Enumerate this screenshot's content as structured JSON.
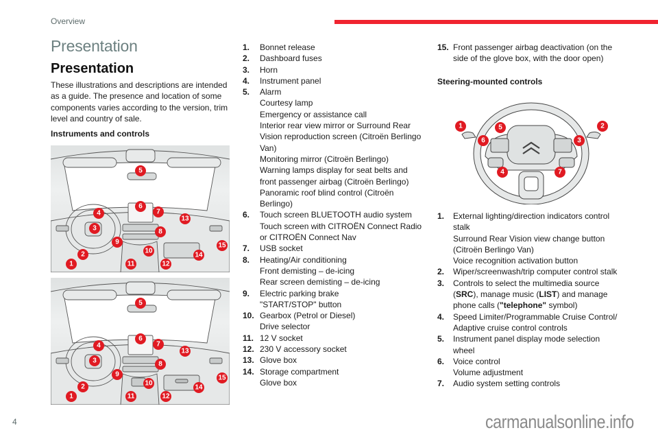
{
  "header": {
    "section": "Overview",
    "accent_color": "#f0232f"
  },
  "footer": {
    "page_number": "4",
    "watermark": "carmanualsonline.info"
  },
  "main": {
    "title_light": "Presentation",
    "title_bold": "Presentation",
    "intro": "These illustrations and descriptions are intended as a guide. The presence and location of some components varies according to the version, trim level and country of sale.",
    "instruments_heading": "Instruments and controls",
    "instruments": [
      {
        "num": "1.",
        "lines": [
          "Bonnet release"
        ]
      },
      {
        "num": "2.",
        "lines": [
          "Dashboard fuses"
        ]
      },
      {
        "num": "3.",
        "lines": [
          "Horn"
        ]
      },
      {
        "num": "4.",
        "lines": [
          "Instrument panel"
        ]
      },
      {
        "num": "5.",
        "lines": [
          "Alarm",
          "Courtesy lamp",
          "Emergency or assistance call",
          "Interior rear view mirror or Surround Rear",
          "Vision reproduction screen (Citroën Berlingo",
          "Van)",
          "Monitoring mirror (Citroën Berlingo)",
          "Warning lamps display for seat belts and",
          "front passenger airbag (Citroën Berlingo)",
          "Panoramic roof blind control (Citroën",
          "Berlingo)"
        ]
      },
      {
        "num": "6.",
        "lines": [
          "Touch screen BLUETOOTH audio system",
          "Touch screen with CITROËN Connect Radio",
          "or CITROËN Connect Nav"
        ]
      },
      {
        "num": "7.",
        "lines": [
          "USB socket"
        ]
      },
      {
        "num": "8.",
        "lines": [
          "Heating/Air conditioning",
          "Front demisting – de-icing",
          "Rear screen demisting – de-icing"
        ]
      },
      {
        "num": "9.",
        "lines": [
          "Electric parking brake",
          "\"START/STOP\" button"
        ]
      },
      {
        "num": "10.",
        "lines": [
          "Gearbox (Petrol or Diesel)",
          "Drive selector"
        ]
      },
      {
        "num": "11.",
        "lines": [
          "12 V socket"
        ]
      },
      {
        "num": "12.",
        "lines": [
          "230 V accessory socket"
        ]
      },
      {
        "num": "13.",
        "lines": [
          "Glove box"
        ]
      },
      {
        "num": "14.",
        "lines": [
          "Storage compartment",
          "Glove box"
        ]
      },
      {
        "num": "15.",
        "lines": [
          "Front passenger airbag deactivation (on the",
          "side of the glove box, with the door open)"
        ]
      }
    ],
    "steering_heading": "Steering-mounted controls",
    "steering": [
      {
        "num": "1.",
        "lines": [
          "External lighting/direction indicators control",
          "stalk",
          "Surround Rear Vision view change button",
          "(Citroën Berlingo Van)",
          "Voice recognition activation button"
        ]
      },
      {
        "num": "2.",
        "lines": [
          "Wiper/screenwash/trip computer control stalk"
        ]
      },
      {
        "num": "3.",
        "lines": [
          "Controls to select the multimedia source",
          "(SRC), manage music (LIST) and manage",
          "phone calls (\"telephone\" symbol)"
        ]
      },
      {
        "num": "4.",
        "lines": [
          "Speed Limiter/Programmable Cruise Control/",
          "Adaptive cruise control controls"
        ]
      },
      {
        "num": "5.",
        "lines": [
          "Instrument panel display mode selection",
          "wheel"
        ]
      },
      {
        "num": "6.",
        "lines": [
          "Voice control",
          "Volume adjustment"
        ]
      },
      {
        "num": "7.",
        "lines": [
          "Audio system setting controls"
        ]
      }
    ]
  },
  "illustrations": {
    "dashboard_callouts": [
      "1",
      "2",
      "3",
      "4",
      "5",
      "6",
      "7",
      "8",
      "9",
      "10",
      "11",
      "12",
      "13",
      "14",
      "15"
    ],
    "wheel_callouts": [
      "1",
      "2",
      "3",
      "4",
      "5",
      "6",
      "7"
    ],
    "callout_color": "#e01a22"
  }
}
